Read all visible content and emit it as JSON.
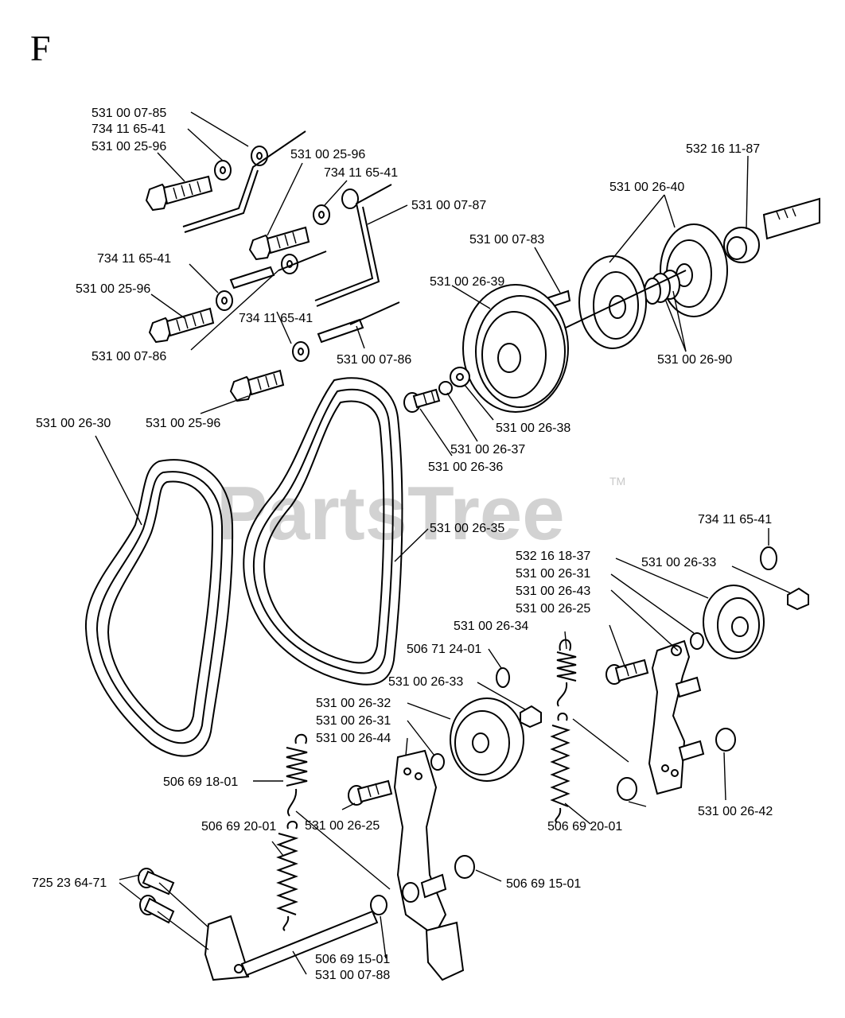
{
  "section_letter": "F",
  "watermark": {
    "text": "PartsTree",
    "trademark": "TM"
  },
  "callouts": [
    {
      "id": "c01",
      "text": "531 00 07-85"
    },
    {
      "id": "c02",
      "text": "734 11 65-41"
    },
    {
      "id": "c03",
      "text": "531 00 25-96"
    },
    {
      "id": "c04",
      "text": "531 00 25-96"
    },
    {
      "id": "c05",
      "text": "734 11 65-41"
    },
    {
      "id": "c06",
      "text": "531 00 07-87"
    },
    {
      "id": "c07",
      "text": "734 11 65-41"
    },
    {
      "id": "c08",
      "text": "531 00 25-96"
    },
    {
      "id": "c09",
      "text": "734 11 65-41"
    },
    {
      "id": "c10",
      "text": "531 00 07-86"
    },
    {
      "id": "c11",
      "text": "531 00 07-86"
    },
    {
      "id": "c12",
      "text": "531 00 25-96"
    },
    {
      "id": "c13",
      "text": "532 16 11-87"
    },
    {
      "id": "c14",
      "text": "531 00 26-40"
    },
    {
      "id": "c15",
      "text": "531 00 07-83"
    },
    {
      "id": "c16",
      "text": "531 00 26-39"
    },
    {
      "id": "c17",
      "text": "531 00 26-90"
    },
    {
      "id": "c18",
      "text": "531 00 26-38"
    },
    {
      "id": "c19",
      "text": "531 00 26-37"
    },
    {
      "id": "c20",
      "text": "531 00 26-36"
    },
    {
      "id": "c21",
      "text": "531 00 26-30"
    },
    {
      "id": "c22",
      "text": "531 00 26-35"
    },
    {
      "id": "c23",
      "text": "734 11 65-41"
    },
    {
      "id": "c24",
      "text": "532 16 18-37"
    },
    {
      "id": "c25",
      "text": "531 00 26-33"
    },
    {
      "id": "c26",
      "text": "531 00 26-31"
    },
    {
      "id": "c27",
      "text": "531 00 26-43"
    },
    {
      "id": "c28",
      "text": "531 00 26-25"
    },
    {
      "id": "c29",
      "text": "531 00 26-34"
    },
    {
      "id": "c30",
      "text": "506 71 24-01"
    },
    {
      "id": "c31",
      "text": "531 00 26-33"
    },
    {
      "id": "c32",
      "text": "531 00 26-32"
    },
    {
      "id": "c33",
      "text": "531 00 26-31"
    },
    {
      "id": "c34",
      "text": "531 00 26-44"
    },
    {
      "id": "c35",
      "text": "506 69 18-01"
    },
    {
      "id": "c36",
      "text": "531 00 26-25"
    },
    {
      "id": "c37",
      "text": "531 00 26-42"
    },
    {
      "id": "c38",
      "text": "506 69 20-01"
    },
    {
      "id": "c39",
      "text": "506 69 20-01"
    },
    {
      "id": "c40",
      "text": "725 23 64-71"
    },
    {
      "id": "c41",
      "text": "506 69 15-01"
    },
    {
      "id": "c42",
      "text": "506 69 15-01"
    },
    {
      "id": "c43",
      "text": "531 00 07-88"
    }
  ]
}
